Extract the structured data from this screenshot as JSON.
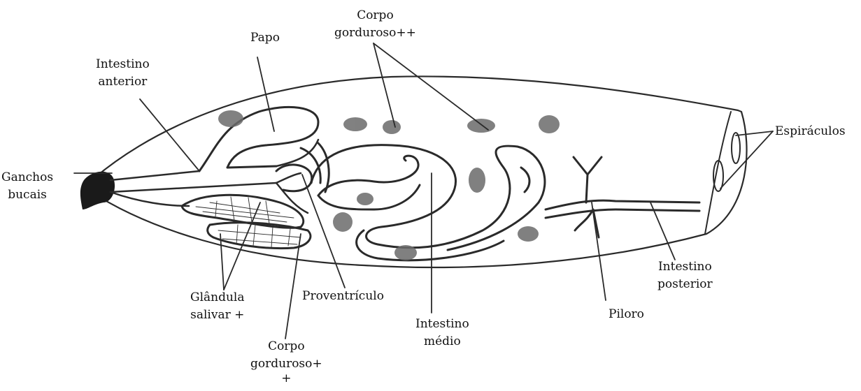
{
  "labels": {
    "ganchos_bucais": [
      "Ganchos",
      "bucais"
    ],
    "intestino_anterior": [
      "Intestino",
      "anterior"
    ],
    "papo": "Papo",
    "corpo_gorduroso_top": [
      "Corpo",
      "gorduroso++"
    ],
    "espiraculos": "Espiráculos",
    "glandula_salivar": [
      "Glândula",
      "salivar +"
    ],
    "corpo_gorduroso_bottom": [
      "Corpo",
      "gorduroso+",
      "+"
    ],
    "proventriculo": "Proventrículo",
    "intestino_medio": [
      "Intestino",
      "médio"
    ],
    "piloro": "Piloro",
    "intestino_posterior": [
      "Intestino",
      "posterior"
    ]
  },
  "colors": {
    "ink": "#2a2a2a",
    "fat_body": "#6b6b6b",
    "mouth_hook": "#1a1a1a"
  }
}
